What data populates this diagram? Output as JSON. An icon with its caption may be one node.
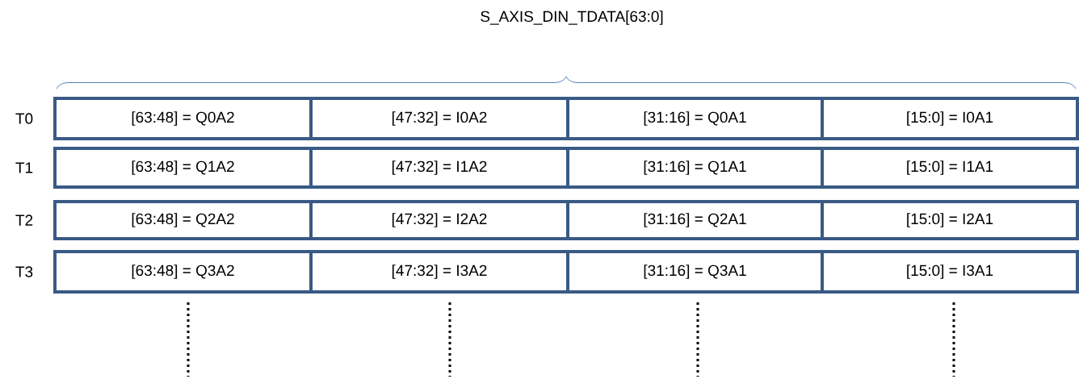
{
  "diagram": {
    "title": "S_AXIS_DIN_TDATA[63:0]",
    "nodes": [
      {
        "text": [
          "[63:48] = Q0A2"
        ]
      },
      {
        "text": [
          "[47:32] = I0A2"
        ]
      },
      {
        "text": [
          "[31:16] = Q0A1"
        ]
      },
      {
        "text": [
          "[15:0] = I0A1"
        ]
      },
      {
        "text": [
          "[63:48] = Q1A2"
        ]
      },
      {
        "text": [
          "[47:32] = I1A2"
        ]
      },
      {
        "text": [
          "[31:16] = Q1A1"
        ]
      },
      {
        "text": [
          "[15:0] = I1A1"
        ]
      },
      {
        "text": [
          "[63:48] = Q2A2"
        ]
      },
      {
        "text": [
          "[47:32] = I2A2"
        ]
      },
      {
        "text": [
          "[31:16] = Q2A1"
        ]
      },
      {
        "text": [
          "[15:0] = I2A1"
        ]
      },
      {
        "text": [
          "[63:48] = Q3A2"
        ]
      },
      {
        "text": [
          "[47:32] = I3A2"
        ]
      },
      {
        "text": [
          "[31:16] = Q3A1"
        ]
      },
      {
        "text": [
          "[15:0] = I3A1"
        ]
      }
    ],
    "labels": [
      "T0",
      "T1",
      "T2",
      "T3"
    ]
  }
}
